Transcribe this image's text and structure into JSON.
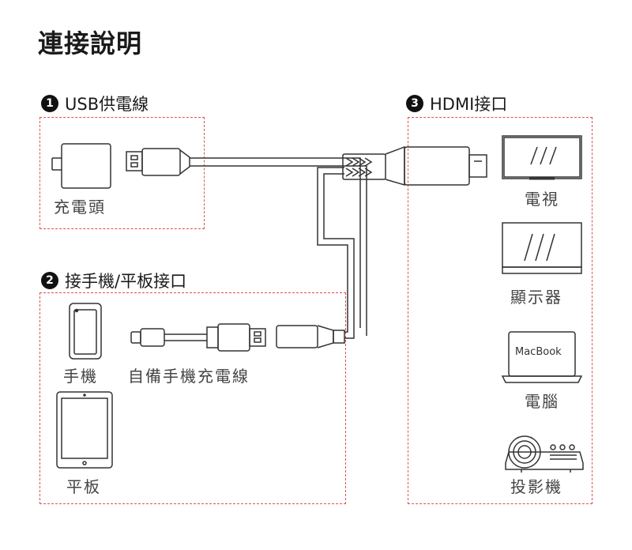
{
  "title": "連接說明",
  "sections": [
    {
      "num": "1",
      "label": "USB供電線"
    },
    {
      "num": "2",
      "label": "接手機/平板接口"
    },
    {
      "num": "3",
      "label": "HDMI接口"
    }
  ],
  "labels": {
    "charger_head": "充電頭",
    "phone": "手機",
    "own_cable": "自備手機充電線",
    "tablet": "平板",
    "tv": "電視",
    "monitor": "顯示器",
    "computer": "電腦",
    "projector": "投影機",
    "macbook_text": "MacBook"
  },
  "colors": {
    "dashed_border": "#d9534f",
    "line": "#333333"
  }
}
